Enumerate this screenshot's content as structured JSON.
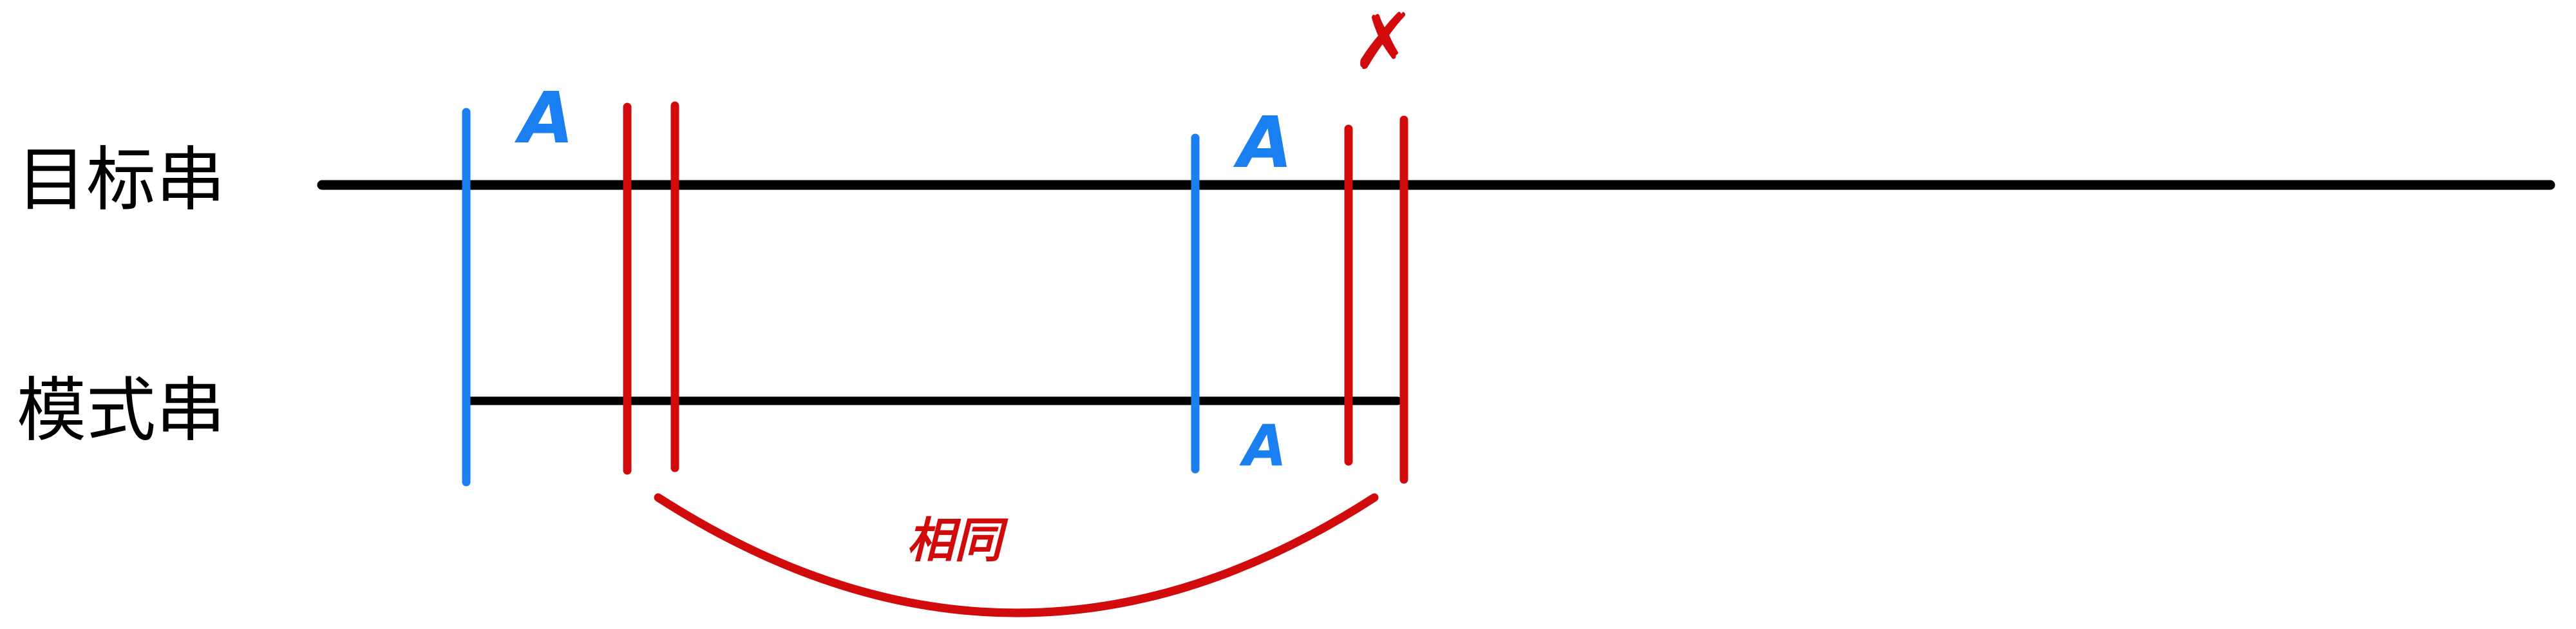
{
  "labels": {
    "target_string": "目标串",
    "pattern_string": "模式串"
  },
  "marks": {
    "char_a": "A",
    "mismatch": "✗",
    "same": "相同"
  },
  "colors": {
    "line": "#000000",
    "blue": "#1a7ff0",
    "red": "#d10b0b"
  }
}
